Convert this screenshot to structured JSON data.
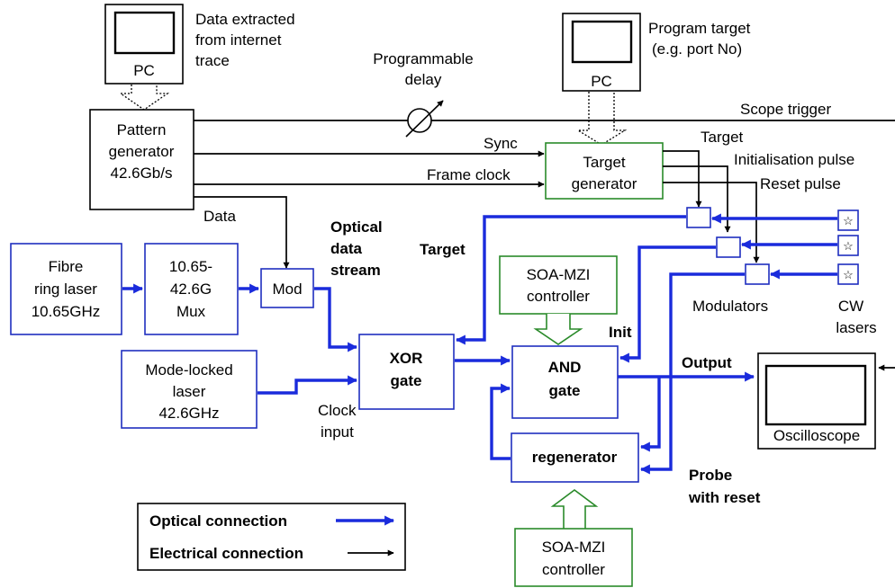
{
  "annotations": {
    "pc1_note": [
      "Data extracted",
      "from internet",
      "trace"
    ],
    "pc2_note": [
      "Program target",
      "(e.g. port No)"
    ],
    "delay": [
      "Programmable",
      "delay"
    ],
    "scope_trigger": "Scope trigger",
    "sync": "Sync",
    "frame_clock": "Frame clock",
    "target_out": "Target",
    "init_pulse": "Initialisation pulse",
    "reset_pulse": "Reset pulse",
    "data": "Data",
    "optical_stream": [
      "Optical",
      "data",
      "stream"
    ],
    "target_opt": "Target",
    "init": "Init",
    "output": "Output",
    "clock_input": [
      "Clock",
      "input"
    ],
    "probe_reset": [
      "Probe",
      "with reset"
    ],
    "modulators": "Modulators",
    "cw_lasers": [
      "CW",
      "lasers"
    ]
  },
  "blocks": {
    "pc1": "PC",
    "pc2": "PC",
    "pattern_gen": [
      "Pattern",
      "generator",
      "42.6Gb/s"
    ],
    "target_gen": [
      "Target",
      "generator"
    ],
    "fibre_laser": [
      "Fibre",
      "ring laser",
      "10.65GHz"
    ],
    "mux": [
      "10.65-",
      "42.6G",
      "Mux"
    ],
    "mod": "Mod",
    "mode_locked": [
      "Mode-locked",
      "laser",
      "42.6GHz"
    ],
    "xor": [
      "XOR",
      "gate"
    ],
    "soa1": [
      "SOA-MZI",
      "controller"
    ],
    "and": [
      "AND",
      "gate"
    ],
    "regenerator": "regenerator",
    "soa2": [
      "SOA-MZI",
      "controller"
    ],
    "oscilloscope": "Oscilloscope"
  },
  "legend": {
    "optical": "Optical connection",
    "electrical": "Electrical connection",
    "optical_color": "#1a2bdc",
    "electrical_color": "#000000"
  },
  "colors": {
    "optical": "#1a2bdc",
    "block_blue": "#1f2fbf",
    "block_green": "#2a8a2a"
  }
}
